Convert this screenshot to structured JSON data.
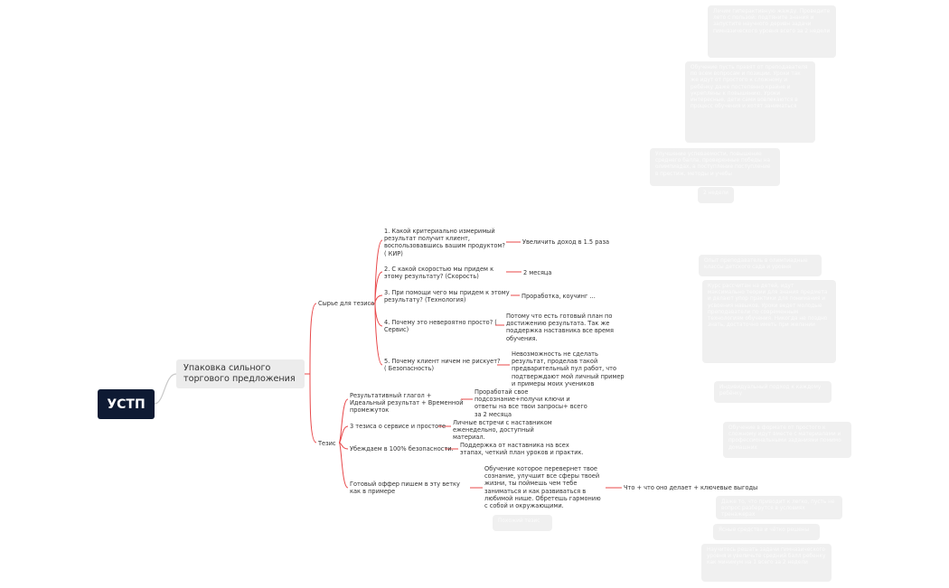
{
  "root": {
    "label": "УСТП"
  },
  "main_topic": {
    "label": "Упаковка сильного торгового предложения"
  },
  "branch_raw": {
    "label": "Сырье для тезиса",
    "questions": [
      {
        "q": "1. Какой критериально измеримый результат получит клиент, воспользовавшись вашим продуктом? ( КИР)",
        "a": "Увеличить доход в 1.5 раза"
      },
      {
        "q": "2. С какой скоростью мы придем к этому результату? (Скорость)",
        "a": "2 месяца"
      },
      {
        "q": "3. При помощи чего мы придем к этому результату? (Технология)",
        "a": "Проработка, коучинг ..."
      },
      {
        "q": "4. Почему это невероятно просто? ( Сервис)",
        "a": "Потому что есть готовый план по достижению результата. Так же поддержка наставника все время обучения."
      },
      {
        "q": "5. Почему клиент ничем не рискует? ( Безопасность)",
        "a": "Невозможность не сделать результат, проделав такой предварительный пул работ, что подтверждают мой личный пример и примеры моих учеников"
      }
    ]
  },
  "branch_thesis": {
    "label": "Тезис",
    "items": [
      {
        "q": "Результативный глагол + Идеальный результат + Временной промежуток",
        "a": "Проработай свое подсознание+получи ключи и ответы на все твои запросы+ всего за 2 месяца"
      },
      {
        "q": "3 тезиса о сервисе и простоте",
        "a": "Личные встречи с наставником еженедельно, доступный материал."
      },
      {
        "q": "Убеждаем в 100% безопасности.",
        "a": "Поддержка от наставника на всех этапах, четкий план уроков и практик."
      },
      {
        "q": "Готовый оффер пишем в эту ветку как в примере",
        "a": "Обучение которое перевернет твое сознание, улучшит все сферы твоей жизни, ты поймешь чем тебе заниматься и как развиваться в любимой нише. Обретешь гармонию с собой и окружающими."
      }
    ],
    "extra": "Что + что оно делает + ключевые выгоды"
  },
  "faded_nodes": [
    "Лечим гиперактивную жажду.\n\nПроведите лето с пользой: подтяните знания и запустите научного деривн задачи гимназического уровня всего за 2 недели",
    "Обучение пусть правят от преподавателя по всем вопросам и позиции.\n\nУроки так же идут от простого к сложному и ребёнку даже постепенно крайне и укреплены к повышению.\n\nУроки интересные, дети сами вовлекаются в процесс обучения и хотят заниматься",
    "Улучшение успеваемости, повышение среднего балла, проверенные победы на олимпиадах, а поступление поступление в престиж, методы и учебы",
    "2 недели",
    "Опыт преподаватель в олимпиадные классы детского сада и уровня",
    "Курс рассчитан на детей, идут максимально теории для знания предмета и делают упор практики для понимания и усвоения навыков.\n\nУроки ведет молодые преподаватели по современным технологиям обучения.\n\nНикогда не поздно знать, достаточно иметь при желании",
    "Индивидуальный подход к каждому ребёнку",
    "Обучение в формате от простого к сложному идут вместе с материалами и профессиональными заданиями помимо домашних",
    "Даже то, что приводит к легко, пусть не вопрос разберутся в условиях тренажерах",
    "Ясные средства и чётко решены",
    "Научитесь решать задачи гимназического уровня и увеличьте средний балл ребенку как минимум на 1 всего за 2 недели",
    "Похожий тезис"
  ],
  "colors": {
    "branch_line": "#e8484a",
    "root_bg": "#0e1a33",
    "topic_bg": "#ececec",
    "ghost_bg": "#f0f0f0"
  }
}
